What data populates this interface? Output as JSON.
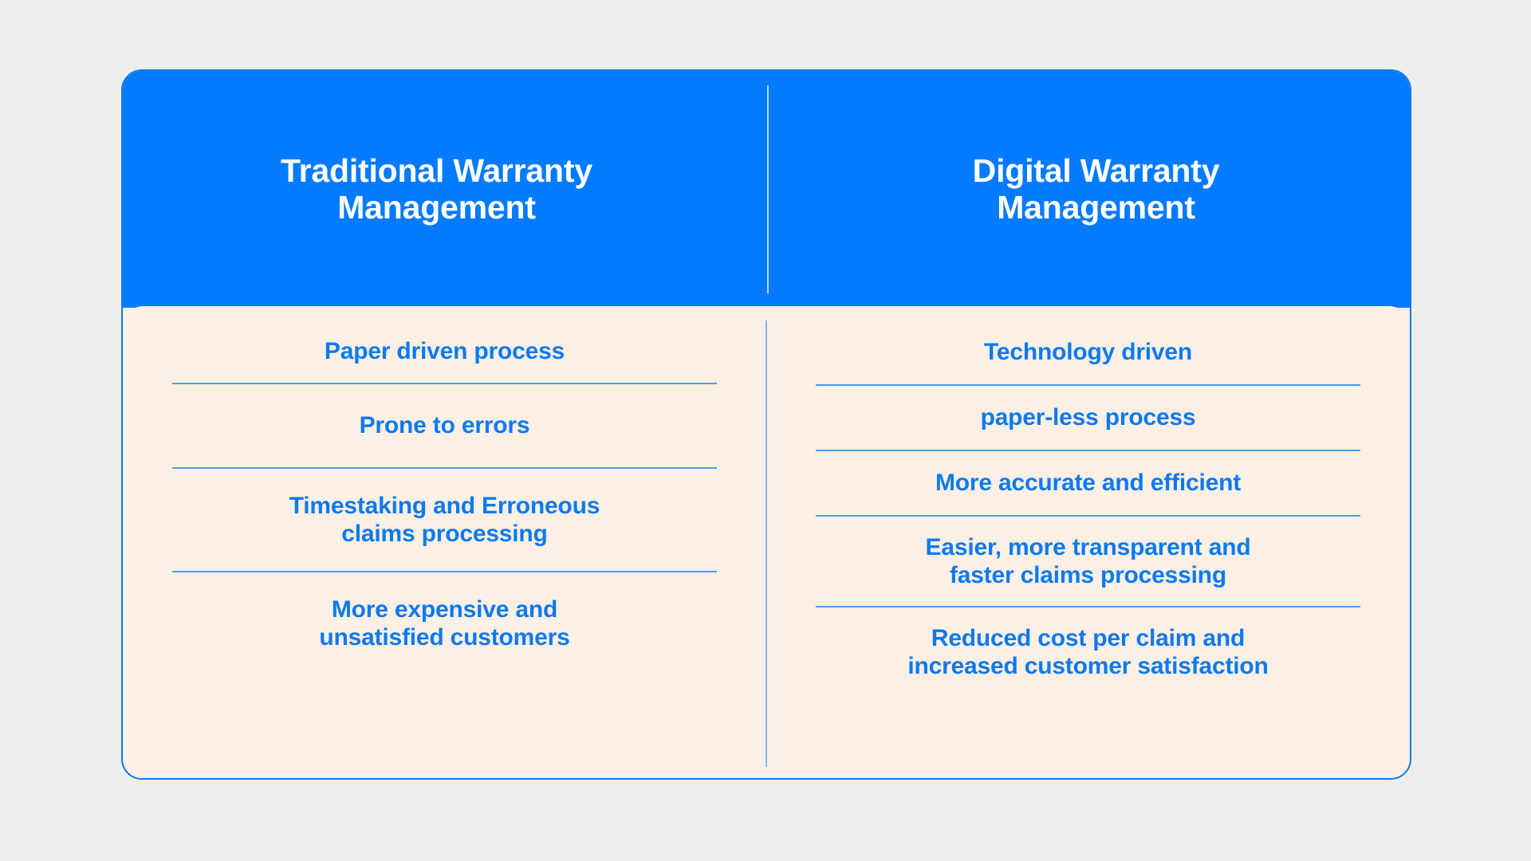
{
  "page": {
    "background_color": "#eeeeee"
  },
  "card": {
    "border_color": "#0b7aee",
    "header_background": "#037bff",
    "body_background": "#fcefe4",
    "text_color": "#0b7aee",
    "header_text_color": "#ffffff",
    "separator_color": "#4d9bf5"
  },
  "columns": [
    {
      "id": "traditional",
      "title": "Traditional Warranty\nManagement",
      "items": [
        "Paper driven process",
        "Prone to errors",
        "Timestaking and Erroneous\nclaims processing",
        "More expensive and\nunsatisfied customers"
      ]
    },
    {
      "id": "digital",
      "title": "Digital Warranty\nManagement",
      "items": [
        "Technology driven",
        "paper-less process",
        "More accurate and efficient",
        "Easier, more transparent and\nfaster claims processing",
        "Reduced cost per claim and\nincreased customer satisfaction"
      ]
    }
  ]
}
